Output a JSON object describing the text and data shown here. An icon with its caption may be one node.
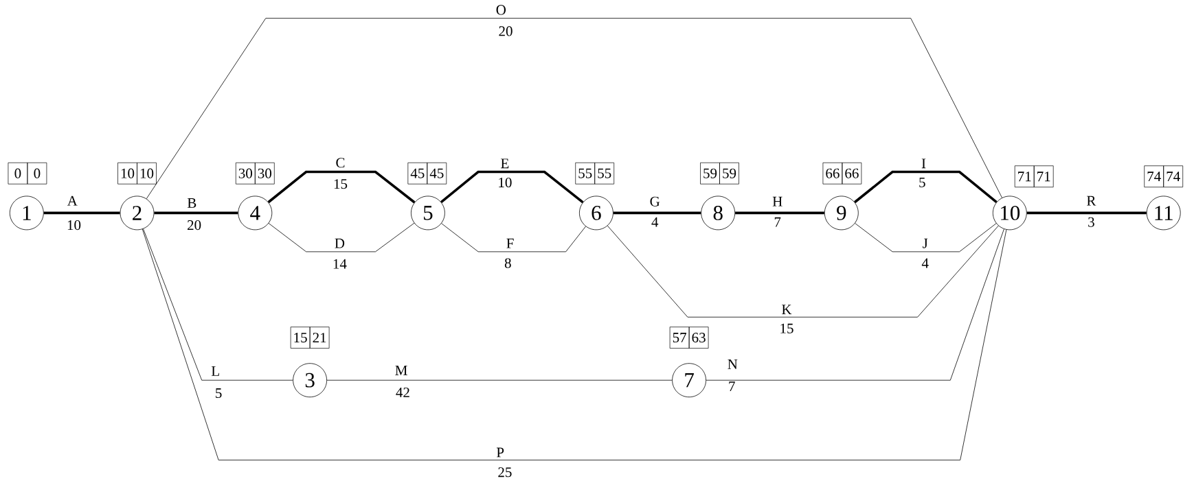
{
  "diagram": {
    "nodes": [
      {
        "text": [
          "1"
        ],
        "beside": [
          "0",
          "0"
        ]
      },
      {
        "text": [
          "2"
        ],
        "beside": [
          "10",
          "10"
        ]
      },
      {
        "text": [
          "3"
        ],
        "beside": [
          "15",
          "21"
        ]
      },
      {
        "text": [
          "4"
        ],
        "beside": [
          "30",
          "30"
        ]
      },
      {
        "text": [
          "5"
        ],
        "beside": [
          "45",
          "45"
        ]
      },
      {
        "text": [
          "6"
        ],
        "beside": [
          "55",
          "55"
        ]
      },
      {
        "text": [
          "7"
        ],
        "beside": [
          "57",
          "63"
        ]
      },
      {
        "text": [
          "8"
        ],
        "beside": [
          "59",
          "59"
        ]
      },
      {
        "text": [
          "9"
        ],
        "beside": [
          "66",
          "66"
        ]
      },
      {
        "text": [
          "10"
        ],
        "beside": [
          "71",
          "71"
        ]
      },
      {
        "text": [
          "11"
        ],
        "beside": [
          "74",
          "74"
        ]
      }
    ],
    "edges": [
      {
        "from": 0,
        "to": 1,
        "arrow": "none",
        "label": "A",
        "style": "thick"
      },
      {
        "from": 1,
        "to": 3,
        "arrow": "none",
        "label": "B",
        "style": "thick"
      },
      {
        "from": 3,
        "to": 4,
        "arrow": "none",
        "label": "C",
        "style": "thick"
      },
      {
        "from": 3,
        "to": 4,
        "arrow": "none",
        "label": "D"
      },
      {
        "from": 4,
        "to": 5,
        "arrow": "none",
        "label": "E",
        "style": "thick"
      },
      {
        "from": 4,
        "to": 5,
        "arrow": "none",
        "label": "F"
      },
      {
        "from": 5,
        "to": 7,
        "arrow": "none",
        "label": "G",
        "style": "thick"
      },
      {
        "from": 7,
        "to": 8,
        "arrow": "none",
        "label": "H",
        "style": "thick"
      },
      {
        "from": 8,
        "to": 9,
        "arrow": "none",
        "label": "I",
        "style": "thick"
      },
      {
        "from": 8,
        "to": 9,
        "arrow": "none",
        "label": "J"
      },
      {
        "from": 5,
        "to": 9,
        "arrow": "none",
        "label": "K"
      },
      {
        "from": 1,
        "to": 2,
        "arrow": "none",
        "label": "L"
      },
      {
        "from": 2,
        "to": 6,
        "arrow": "none",
        "label": "M"
      },
      {
        "from": 6,
        "to": 9,
        "arrow": "none",
        "label": "N"
      },
      {
        "from": 1,
        "to": 9,
        "arrow": "none",
        "label": "O"
      },
      {
        "from": 1,
        "to": 9,
        "arrow": "none",
        "label": "P"
      },
      {
        "from": 9,
        "to": 10,
        "arrow": "none",
        "label": "R",
        "style": "thick"
      }
    ],
    "labels": [
      "10",
      "20",
      "15",
      "14",
      "10",
      "8",
      "4",
      "7",
      "5",
      "4",
      "15",
      "5",
      "42",
      "7",
      "20",
      "25",
      "3"
    ]
  }
}
